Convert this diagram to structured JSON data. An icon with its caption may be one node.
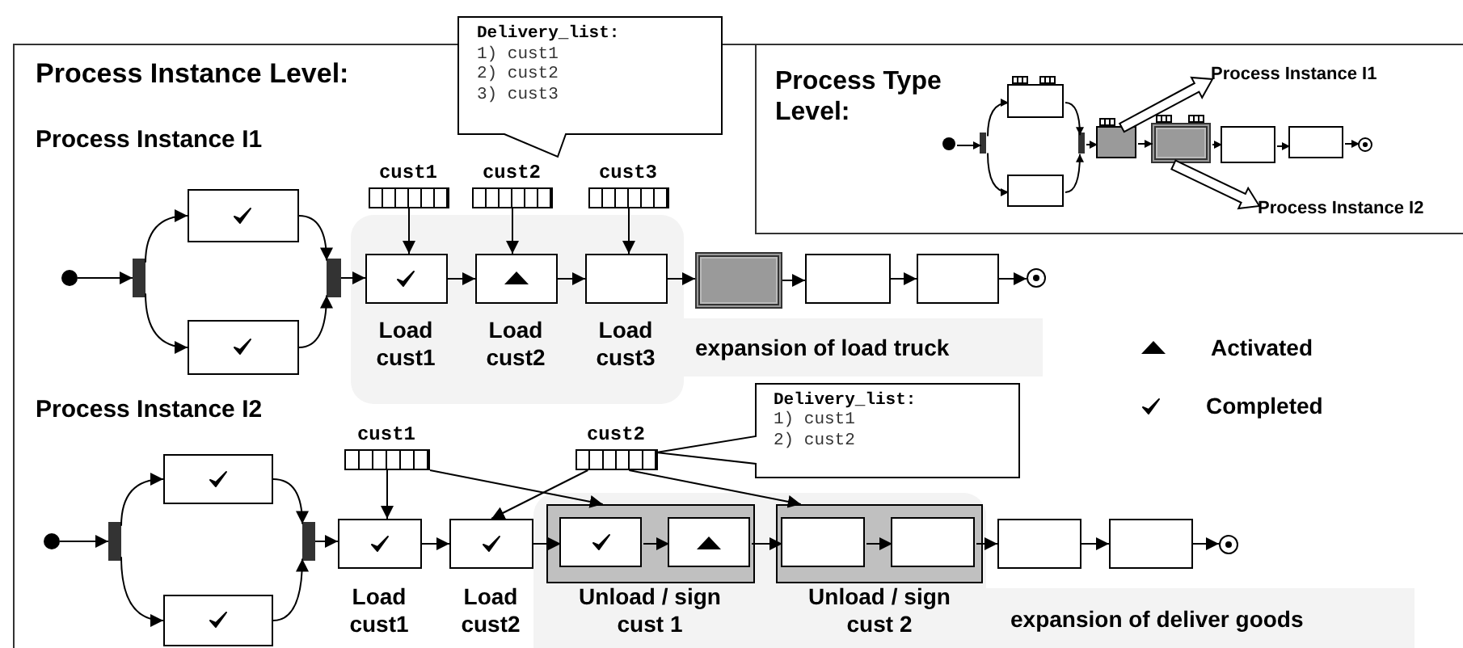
{
  "diagram": {
    "nodes": [
      {
        "text": [
          "Process Instance Level:"
        ]
      },
      {
        "text": [
          "Delivery_list:",
          "1) cust1",
          "2) cust2",
          "3) cust3"
        ]
      },
      {
        "text": [
          "Process Type Level:"
        ],
        "in": 0
      },
      {
        "text": [],
        "shape": "circle",
        "in": 2
      },
      {
        "text": [],
        "shape": "bar",
        "in": 2
      },
      {
        "text": [],
        "shape": "box",
        "in": 2
      },
      {
        "text": [],
        "shape": "box",
        "in": 2
      },
      {
        "text": [],
        "shape": "bar",
        "in": 2
      },
      {
        "text": [],
        "shape": "box",
        "in": 2
      },
      {
        "text": [],
        "shape": "box",
        "in": 2
      },
      {
        "text": [],
        "shape": "box",
        "in": 2
      },
      {
        "text": [],
        "shape": "box",
        "in": 2
      },
      {
        "text": [],
        "shape": "circle",
        "in": 2
      },
      {
        "text": [
          "Process Instance I1"
        ],
        "in": 2
      },
      {
        "text": [
          "Process Instance I2"
        ],
        "in": 2
      },
      {
        "text": [],
        "shape": "circle",
        "in": 0
      },
      {
        "text": [],
        "shape": "bar",
        "in": 0
      },
      {
        "text": [],
        "shape": "box",
        "in": 0
      },
      {
        "text": [],
        "shape": "box",
        "in": 0
      },
      {
        "text": [],
        "shape": "bar",
        "in": 0
      },
      {
        "text": [],
        "shape": "bar",
        "in": 0,
        "beside": [
          "cust1"
        ]
      },
      {
        "text": [],
        "shape": "bar",
        "in": 0,
        "beside": [
          "cust2"
        ]
      },
      {
        "text": [],
        "shape": "bar",
        "in": 0,
        "beside": [
          "cust3"
        ]
      },
      {
        "text": [],
        "shape": "box",
        "in": 0,
        "beside": [
          "Load cust1"
        ]
      },
      {
        "text": [],
        "shape": "box",
        "in": 0,
        "beside": [
          "Load cust2"
        ]
      },
      {
        "text": [],
        "shape": "box",
        "in": 0,
        "beside": [
          "Load cust3"
        ]
      },
      {
        "text": [],
        "shape": "box",
        "in": 0
      },
      {
        "text": [],
        "shape": "box",
        "in": 0
      },
      {
        "text": [],
        "shape": "box",
        "in": 0
      },
      {
        "text": [],
        "shape": "circle",
        "in": 0
      },
      {
        "text": [],
        "shape": "bar",
        "in": 0,
        "beside": [
          "cust1"
        ]
      },
      {
        "text": [],
        "shape": "bar",
        "in": 0,
        "beside": [
          "cust2"
        ]
      },
      {
        "text": [
          "Delivery_list:",
          "1) cust1",
          "2) cust2"
        ],
        "in": 0
      },
      {
        "text": [],
        "shape": "circle",
        "in": 0
      },
      {
        "text": [],
        "shape": "bar",
        "in": 0
      },
      {
        "text": [],
        "shape": "box",
        "in": 0
      },
      {
        "text": [],
        "shape": "box",
        "in": 0
      },
      {
        "text": [],
        "shape": "bar",
        "in": 0
      },
      {
        "text": [],
        "shape": "box",
        "in": 0,
        "beside": [
          "Load cust1"
        ]
      },
      {
        "text": [],
        "shape": "box",
        "in": 0,
        "beside": [
          "Load cust2"
        ]
      },
      {
        "text": [],
        "shape": "box",
        "in": 0,
        "beside": [
          "Unload / sign cust 1"
        ]
      },
      {
        "text": [],
        "shape": "box",
        "in": 40
      },
      {
        "text": [],
        "shape": "box",
        "in": 40
      },
      {
        "text": [],
        "shape": "box",
        "in": 0,
        "beside": [
          "Unload / sign cust 2"
        ]
      },
      {
        "text": [],
        "shape": "box",
        "in": 43
      },
      {
        "text": [],
        "shape": "box",
        "in": 43
      },
      {
        "text": [],
        "shape": "box",
        "in": 0
      },
      {
        "text": [],
        "shape": "box",
        "in": 0
      },
      {
        "text": [],
        "shape": "circle",
        "in": 0
      }
    ],
    "edges": [
      {
        "from": 3,
        "to": 4,
        "arrow": "to"
      },
      {
        "from": 4,
        "to": 5,
        "arrow": "to"
      },
      {
        "from": 4,
        "to": 6,
        "arrow": "to"
      },
      {
        "from": 5,
        "to": 7,
        "arrow": "to"
      },
      {
        "from": 6,
        "to": 7,
        "arrow": "to"
      },
      {
        "from": 7,
        "to": 8,
        "arrow": "to"
      },
      {
        "from": 8,
        "to": 9,
        "arrow": "to"
      },
      {
        "from": 9,
        "to": 10,
        "arrow": "to"
      },
      {
        "from": 10,
        "to": 11,
        "arrow": "to"
      },
      {
        "from": 11,
        "to": 12,
        "arrow": "to"
      },
      {
        "from": 8,
        "to": 13,
        "arrow": "to",
        "style": "thick"
      },
      {
        "from": 9,
        "to": 14,
        "arrow": "to",
        "style": "thick"
      },
      {
        "from": 15,
        "to": 16,
        "arrow": "to"
      },
      {
        "from": 16,
        "to": 17,
        "arrow": "to"
      },
      {
        "from": 16,
        "to": 18,
        "arrow": "to"
      },
      {
        "from": 17,
        "to": 19,
        "arrow": "to"
      },
      {
        "from": 18,
        "to": 19,
        "arrow": "to"
      },
      {
        "from": 19,
        "to": 23,
        "arrow": "to"
      },
      {
        "from": 23,
        "to": 24,
        "arrow": "to"
      },
      {
        "from": 24,
        "to": 25,
        "arrow": "to"
      },
      {
        "from": 25,
        "to": 26,
        "arrow": "to"
      },
      {
        "from": 26,
        "to": 27,
        "arrow": "to"
      },
      {
        "from": 27,
        "to": 28,
        "arrow": "to"
      },
      {
        "from": 28,
        "to": 29,
        "arrow": "to"
      },
      {
        "from": 20,
        "to": 23,
        "arrow": "to"
      },
      {
        "from": 21,
        "to": 24,
        "arrow": "to"
      },
      {
        "from": 22,
        "to": 25,
        "arrow": "to"
      },
      {
        "from": 33,
        "to": 34,
        "arrow": "to"
      },
      {
        "from": 34,
        "to": 35,
        "arrow": "to"
      },
      {
        "from": 34,
        "to": 36,
        "arrow": "to"
      },
      {
        "from": 35,
        "to": 37,
        "arrow": "to"
      },
      {
        "from": 36,
        "to": 37,
        "arrow": "to"
      },
      {
        "from": 37,
        "to": 38,
        "arrow": "to"
      },
      {
        "from": 38,
        "to": 39,
        "arrow": "to"
      },
      {
        "from": 39,
        "to": 41,
        "arrow": "to"
      },
      {
        "from": 41,
        "to": 42,
        "arrow": "to"
      },
      {
        "from": 42,
        "to": 44,
        "arrow": "to"
      },
      {
        "from": 44,
        "to": 45,
        "arrow": "to"
      },
      {
        "from": 45,
        "to": 46,
        "arrow": "to"
      },
      {
        "from": 46,
        "to": 47,
        "arrow": "to"
      },
      {
        "from": 47,
        "to": 48,
        "arrow": "to"
      },
      {
        "from": 30,
        "to": 38,
        "arrow": "to"
      },
      {
        "from": 30,
        "to": 40,
        "arrow": "to"
      },
      {
        "from": 31,
        "to": 39,
        "arrow": "to"
      },
      {
        "from": 31,
        "to": 43,
        "arrow": "to"
      }
    ],
    "labels": [
      "Process Instance I1",
      "Process Instance I2",
      "expansion of load truck",
      "expansion of deliver goods"
    ],
    "legend": [
      {
        "text": "Activated"
      },
      {
        "text": "Completed"
      }
    ]
  }
}
